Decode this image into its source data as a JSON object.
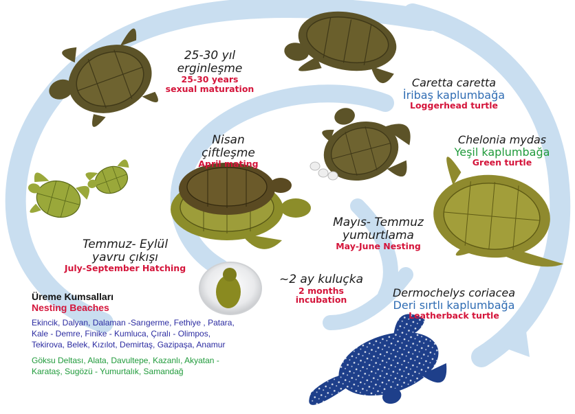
{
  "colors": {
    "spiral": "#c9def0",
    "shell_olive": "#8c8d2a",
    "shell_dark": "#5a4a22",
    "loggerhead": "#5c5328",
    "green_turtle": "#8f8a2e",
    "leatherback": "#1e3f8a",
    "hatchling": "#9aa83a",
    "label_red": "#d4143a",
    "label_blue": "#2f6cb3",
    "label_green": "#1f9a3a"
  },
  "stages": {
    "maturation": {
      "tr_line1": "25-30 yıl",
      "tr_line2": "erginleşme",
      "en_line1": "25-30 years",
      "en_line2": "sexual maturation"
    },
    "mating": {
      "tr_line1": "Nisan",
      "tr_line2": "çiftleşme",
      "en": "April mating"
    },
    "nesting": {
      "tr_line1": "Mayıs- Temmuz",
      "tr_line2": "yumurtlama",
      "en": "May-June Nesting"
    },
    "incubation": {
      "tr": "~2 ay kuluçka",
      "en_line1": "2 months",
      "en_line2": "incubation"
    },
    "hatching": {
      "tr_line1": "Temmuz- Eylül",
      "tr_line2": "yavru çıkışı",
      "en": "July-September Hatching"
    }
  },
  "species": [
    {
      "latin": "Caretta caretta",
      "turkish": "İribaş kaplumbağa",
      "english": "Loggerhead turtle"
    },
    {
      "latin": "Chelonia mydas",
      "turkish": "Yeşil kaplumbağa",
      "english": "Green turtle"
    },
    {
      "latin": "Dermochelys coriacea",
      "turkish": "Deri sırtlı kaplumbağa",
      "english": "Leatherback turtle"
    }
  ],
  "beaches": {
    "title_tr": "Üreme Kumsalları",
    "title_en": "Nesting Beaches",
    "list_blue": "Ekincik, Dalyan, Dalaman -Sarıgerme, Fethiye , Patara, Kale - Demre, Finike - Kumluca, Çıralı - Olimpos, Tekirova, Belek, Kızılot, Demirtaş, Gazipaşa, Anamur",
    "list_green": "Göksu Deltası, Alata, Davultepe, Kazanlı, Akyatan - Karataş, Sugözü - Yumurtalık, Samandağ"
  }
}
